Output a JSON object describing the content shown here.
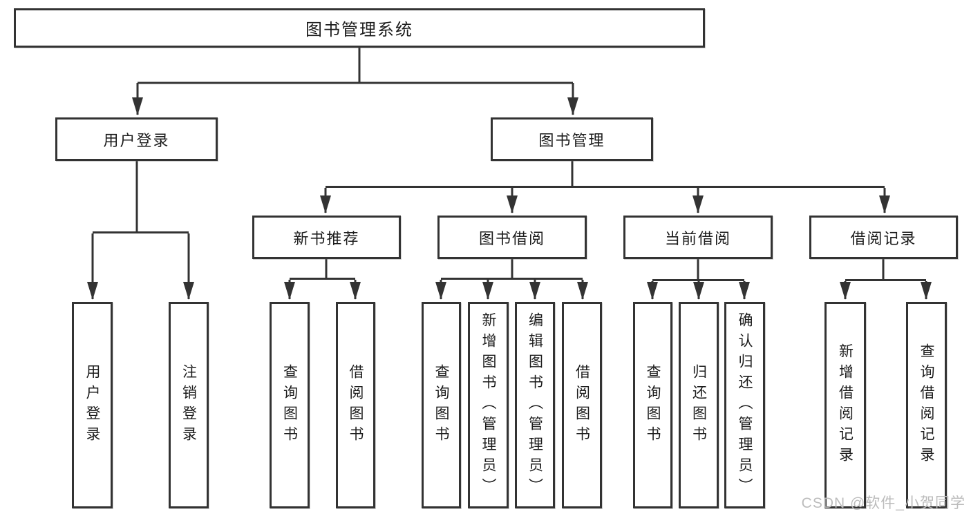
{
  "colors": {
    "line": "#333333",
    "box_border": "#333333",
    "text": "#1c1c1c",
    "background": "#ffffff",
    "watermark": "#bcbcbc"
  },
  "tree": {
    "label": "图书管理系统",
    "children": [
      {
        "label": "用户登录",
        "children": [
          {
            "label": "用户登录"
          },
          {
            "label": "注销登录"
          }
        ]
      },
      {
        "label": "图书管理",
        "children": [
          {
            "label": "新书推荐",
            "children": [
              {
                "label": "查询图书"
              },
              {
                "label": "借阅图书"
              }
            ]
          },
          {
            "label": "图书借阅",
            "children": [
              {
                "label": "查询图书"
              },
              {
                "label": "新增图书（管理员）"
              },
              {
                "label": "编辑图书（管理员）"
              },
              {
                "label": "借阅图书"
              }
            ]
          },
          {
            "label": "当前借阅",
            "children": [
              {
                "label": "查询图书"
              },
              {
                "label": "归还图书"
              },
              {
                "label": "确认归还（管理员）"
              }
            ]
          },
          {
            "label": "借阅记录",
            "children": [
              {
                "label": "新增借阅记录"
              },
              {
                "label": "查询借阅记录"
              }
            ]
          }
        ]
      }
    ]
  },
  "watermark": {
    "text": "CSDN @软件_小贺同学"
  }
}
